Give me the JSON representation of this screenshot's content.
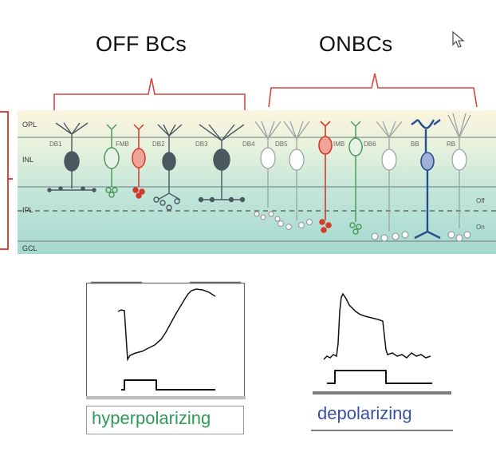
{
  "groups": {
    "off_title": "OFF BCs",
    "on_title": "ONBCs"
  },
  "layers": {
    "opl": "OPL",
    "inl": "INL",
    "ipl": "IPL",
    "gcl": "GCL"
  },
  "sublaminae": {
    "off": "Off",
    "on": "On"
  },
  "cell_types": [
    "DB1",
    "FMB",
    "DB2",
    "DB3",
    "DB4",
    "DB5",
    "IMB",
    "DB6",
    "BB",
    "RB"
  ],
  "captions": {
    "left": "hyperpolarizing",
    "right": "depolarizing"
  },
  "colors": {
    "bracket": "#d9463f",
    "off_cells": "#4a5860",
    "green_cell": "#4e9a5e",
    "red_cell": "#d23a2c",
    "blue_cell": "#2a4f8f",
    "hyper_text": "#2e9a5a",
    "depol_text": "#3a4fa8"
  }
}
